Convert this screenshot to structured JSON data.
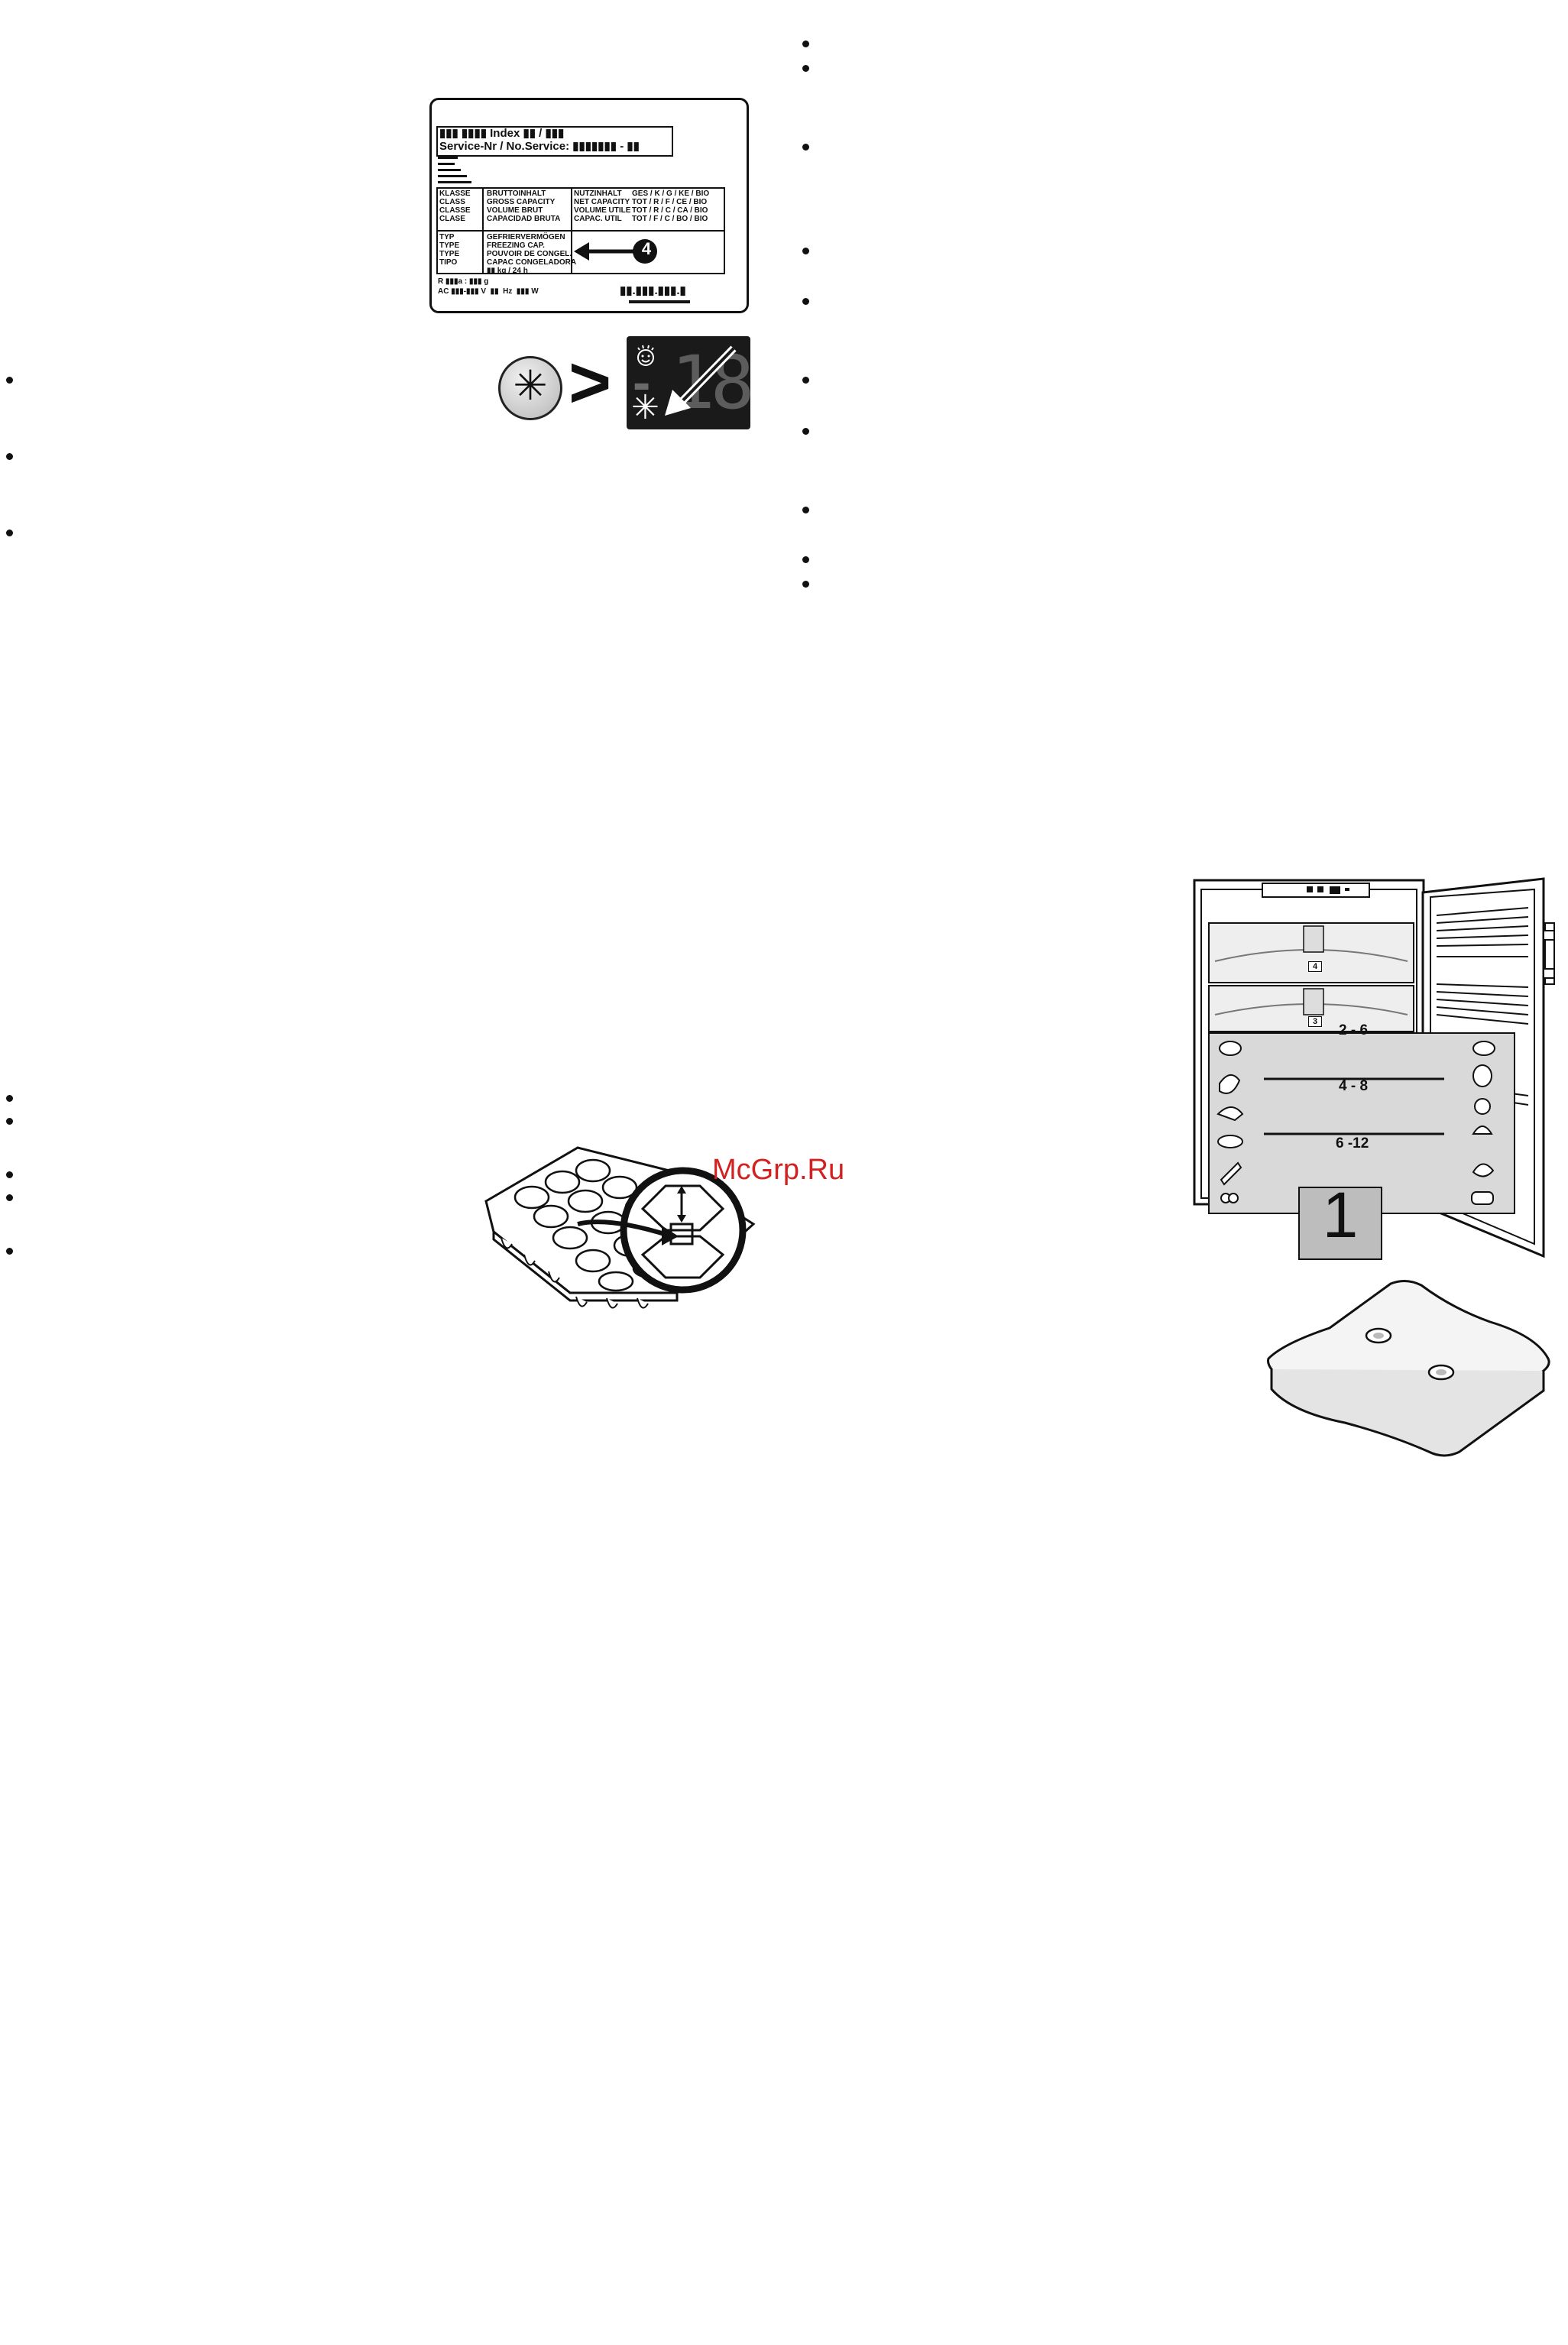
{
  "rating_plate": {
    "index_line": "▮▮▮ ▮▮▮▮ Index ▮▮ / ▮▮▮",
    "service_line": "Service-Nr / No.Service: ▮▮▮▮▮▮▮ - ▮▮",
    "class_labels": "KLASSE\nCLASS\nCLASSE\nCLASE",
    "gross_labels": "BRUTTOINHALT\nGROSS CAPACITY\nVOLUME BRUT\nCAPACIDAD BRUTA",
    "net_labels": "NUTZINHALT\nNET CAPACITY\nVOLUME UTILE\nCAPAC. UTIL",
    "net_values": "GES / K / G / KE / BIO\nTOT / R / F / CE / BIO\nTOT / R / C / CA / BIO\nTOT / F / C / BO / BIO",
    "type_labels": "TYP\nTYPE\nTYPE\nTIPO",
    "freezing_labels": "GEFRIERVERMÖGEN\nFREEZING CAP.\nPOUVOIR DE CONGEL.\nCAPAC CONGELADORA",
    "freezing_unit": "▮▮ kg / 24 h",
    "callout_number": "4",
    "refrigerant_line": "R ▮▮▮a : ▮▮▮ g",
    "power_line": "AC ▮▮▮-▮▮▮ V  ▮▮  Hz  ▮▮▮ W",
    "code_line": "▮▮.▮▮▮.▮▮▮.▮"
  },
  "display_panel": {
    "button_symbol": "✳",
    "greater_than": ">",
    "temp_minus": "-",
    "temp_digits": "18",
    "superfrost_symbol": "✳"
  },
  "storage_chart": {
    "drawer_numbers": [
      "4",
      "3"
    ],
    "zones": [
      "2 - 6",
      "4 - 8",
      "6 -12"
    ],
    "drawer_badge": "1"
  },
  "watermark": "McGrp.Ru",
  "colors": {
    "watermark": "#d32020",
    "display_bg": "#1a1a1a",
    "chart_panel": "#d9d9d9",
    "line": "#111111"
  },
  "icons": [
    "snowflake-button-icon",
    "arrow-icon",
    "smiley-icon",
    "food-icons",
    "ice-tray",
    "cold-accumulator"
  ]
}
